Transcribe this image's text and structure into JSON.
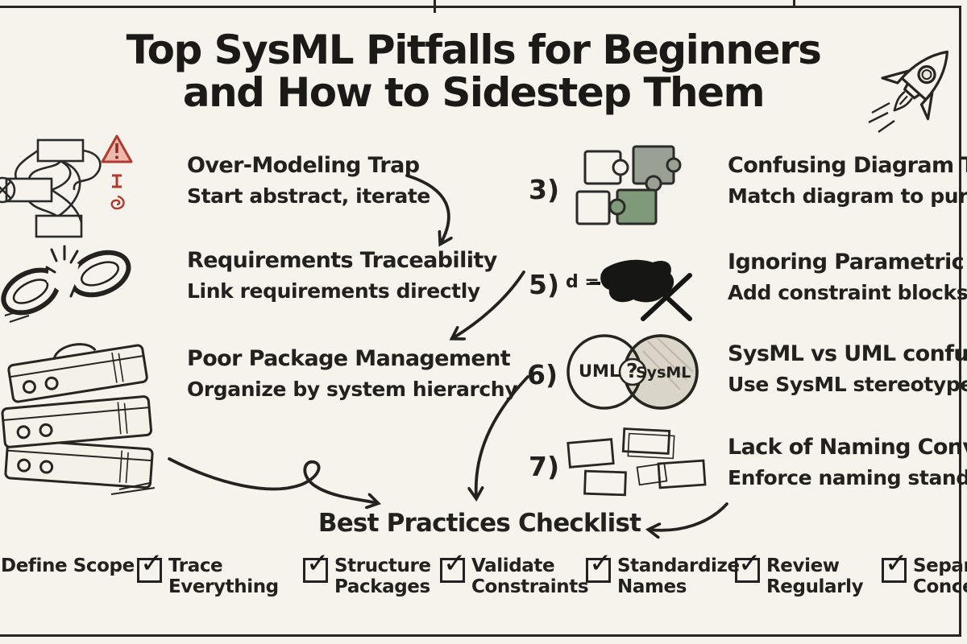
{
  "title": {
    "line1": "Top SysML Pitfalls for Beginners",
    "line2": "and How to Sidestep Them"
  },
  "pitfalls_left": [
    {
      "title": "Over-Modeling Trap",
      "tip": "Start abstract, iterate",
      "icon": "tangled-diagram-icon"
    },
    {
      "title": "Requirements Traceability",
      "tip": "Link requirements directly",
      "icon": "broken-chain-icon"
    },
    {
      "title": "Poor Package Management",
      "tip": "Organize by system hierarchy",
      "icon": "binder-stack-icon"
    }
  ],
  "pitfalls_right": [
    {
      "number": "3)",
      "title": "Confusing Diagram Types",
      "tip": "Match diagram to purpose",
      "icon": "puzzle-icon"
    },
    {
      "number": "5)",
      "title": "Ignoring Parametric Diagrams",
      "tip": "Add constraint blocks",
      "icon": "equation-scribble-icon"
    },
    {
      "number": "6)",
      "title": "SysML vs UML confusion",
      "tip": "Use SysML stereotypes",
      "icon": "venn-diagram-icon"
    },
    {
      "number": "7)",
      "title": "Lack of Naming Conventions",
      "tip": "Enforce naming standards",
      "icon": "sketch-boxes-icon"
    }
  ],
  "venn": {
    "left_label": "UML",
    "right_label": "SysML",
    "center_label": "?"
  },
  "equation_label": "d =",
  "checklist": {
    "heading": "Best Practices Checklist",
    "items": [
      "Define Scope",
      "Trace Everything",
      "Structure Packages",
      "Validate Constraints",
      "Standardize Names",
      "Review Regularly",
      "Separate Concerns"
    ]
  },
  "icons": {
    "check": "✓"
  },
  "colors": {
    "paper": "#f6f3ec",
    "ink": "#22211d",
    "alert_red": "#b03a2e",
    "puzzle_gray": "#9aa093",
    "puzzle_green": "#7e9a78",
    "venn_fill": "#d9d5c9"
  }
}
